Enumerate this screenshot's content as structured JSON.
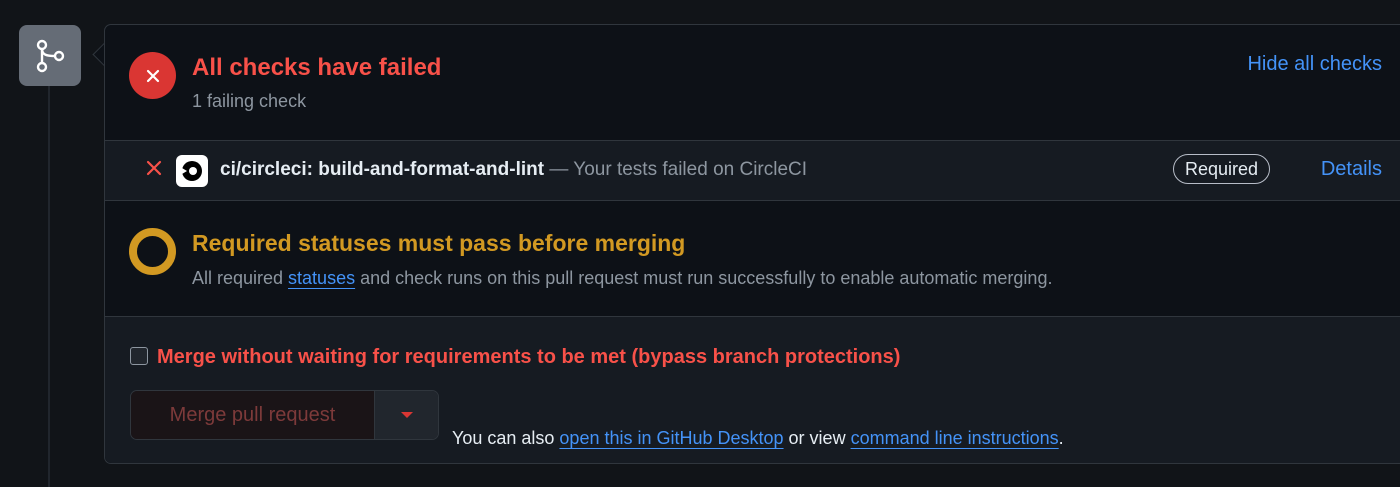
{
  "header": {
    "title": "All checks have failed",
    "subtitle": "1 failing check",
    "hide_link": "Hide all checks"
  },
  "check": {
    "name": "ci/circleci: build-and-format-and-lint",
    "separator": " — ",
    "description": "Your tests failed on CircleCI",
    "badge": "Required",
    "details_link": "Details"
  },
  "status": {
    "title": "Required statuses must pass before merging",
    "desc_before": "All required ",
    "desc_link": "statuses",
    "desc_after": " and check runs on this pull request must run successfully to enable automatic merging."
  },
  "merge": {
    "bypass_label": "Merge without waiting for requirements to be met (bypass branch protections)",
    "button_label": "Merge pull request",
    "also_text_1": "You can also ",
    "desktop_link": "open this in GitHub Desktop",
    "also_text_2": " or view ",
    "cli_link": "command line instructions",
    "also_text_3": "."
  },
  "colors": {
    "fail": "#f85149",
    "pending": "#d29922",
    "link": "#4493f8",
    "background": "#0d1117"
  },
  "icons": [
    "git-merge-icon",
    "x-circle-icon",
    "x-icon",
    "circleci-icon",
    "pending-ring-icon",
    "triangle-down-icon"
  ]
}
